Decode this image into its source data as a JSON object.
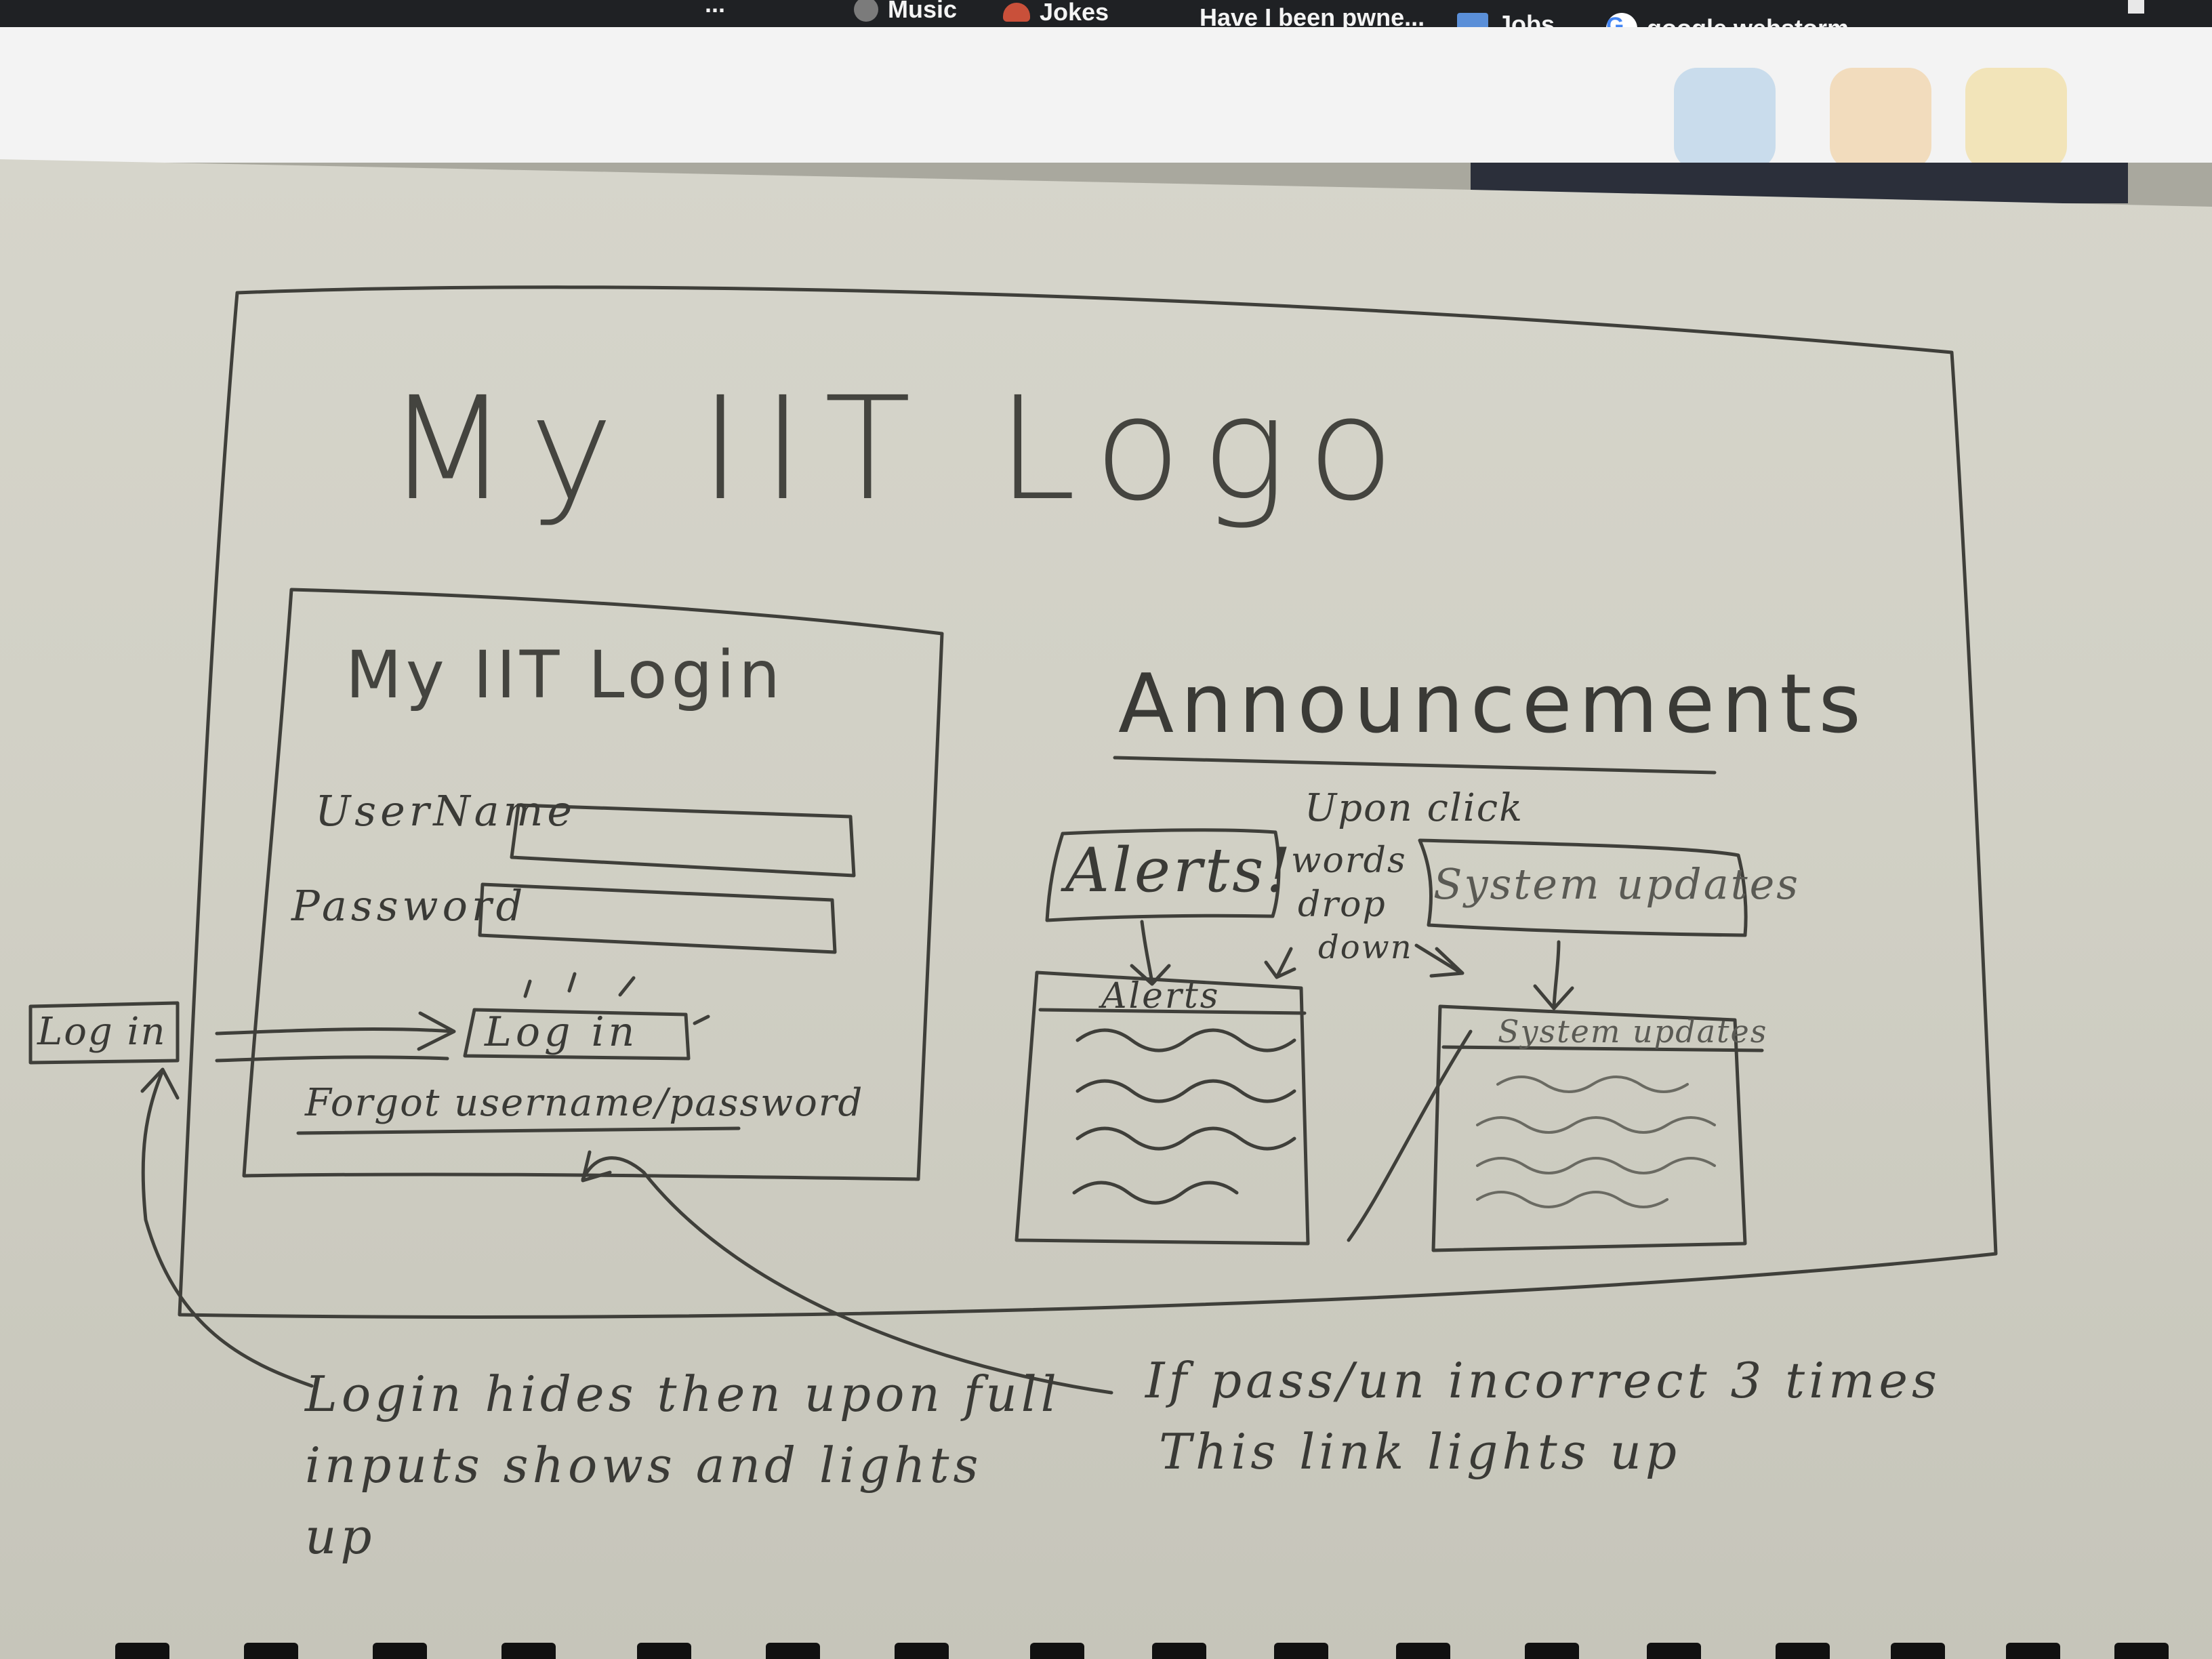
{
  "bookmarks": {
    "cut_item": "...",
    "music": "Music",
    "jokes": "Jokes",
    "pwned": "Have I been pwne...",
    "jobs": "Jobs",
    "google": "google webstorm ...",
    "google_glyph": "G"
  },
  "sketch": {
    "page_title": "My IIT Logo",
    "login_box": {
      "title": "My IIT Login",
      "username_label": "UserName",
      "password_label": "Password",
      "login_button": "Log in",
      "forgot_link": "Forgot username/password"
    },
    "side_login_label": "Log in",
    "announcements": {
      "heading": "Announcements",
      "note": [
        "Upon click",
        "words",
        "drop",
        "down"
      ],
      "alerts_button": "Alerts!",
      "system_button": "System updates",
      "alerts_panel_title": "Alerts",
      "system_panel_title": "System updates"
    },
    "notes": {
      "login_note": [
        "Login hides then upon full",
        "inputs shows and lights",
        "up"
      ],
      "password_note": [
        "If pass/un incorrect 3 times",
        "This link lights up"
      ]
    }
  },
  "colors": {
    "pencil": "#3a3a36",
    "paper": "#d3d2c8",
    "chrome_bar": "#1f2124"
  }
}
